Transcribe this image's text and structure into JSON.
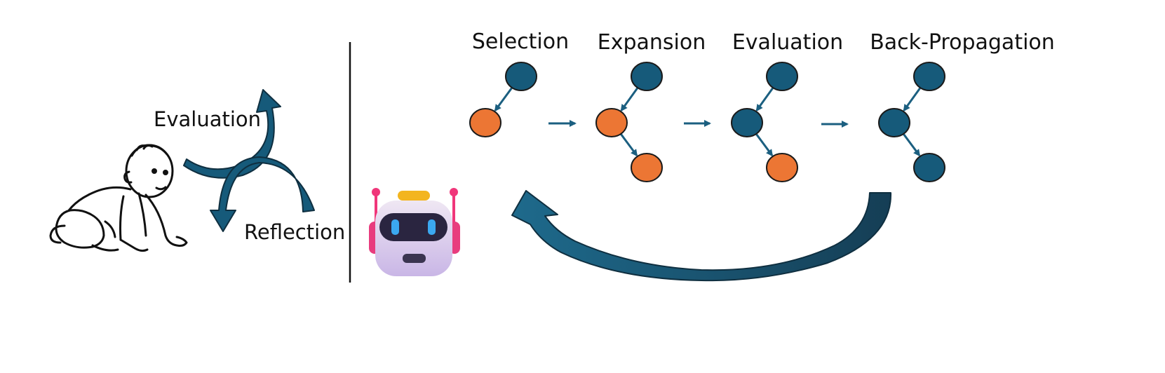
{
  "left_cycle": {
    "evaluation_label": "Evaluation",
    "reflection_label": "Reflection"
  },
  "steps": [
    {
      "label": "Selection"
    },
    {
      "label": "Expansion"
    },
    {
      "label": "Evaluation"
    },
    {
      "label": "Back-Propagation"
    }
  ],
  "colors": {
    "node_blue": "#165a7a",
    "node_orange": "#ec7634",
    "arrow": "#1b5f80",
    "arrow_dark": "#16445e",
    "outline": "#1a1a1a",
    "robot_body": "#ddd0e6",
    "robot_visor": "#2a2540",
    "robot_eye": "#3ba8f0",
    "robot_antenna": "#f0367a",
    "robot_light": "#f3b51f"
  },
  "icons": {
    "baby": "crawling-baby-icon",
    "robot": "robot-icon"
  }
}
